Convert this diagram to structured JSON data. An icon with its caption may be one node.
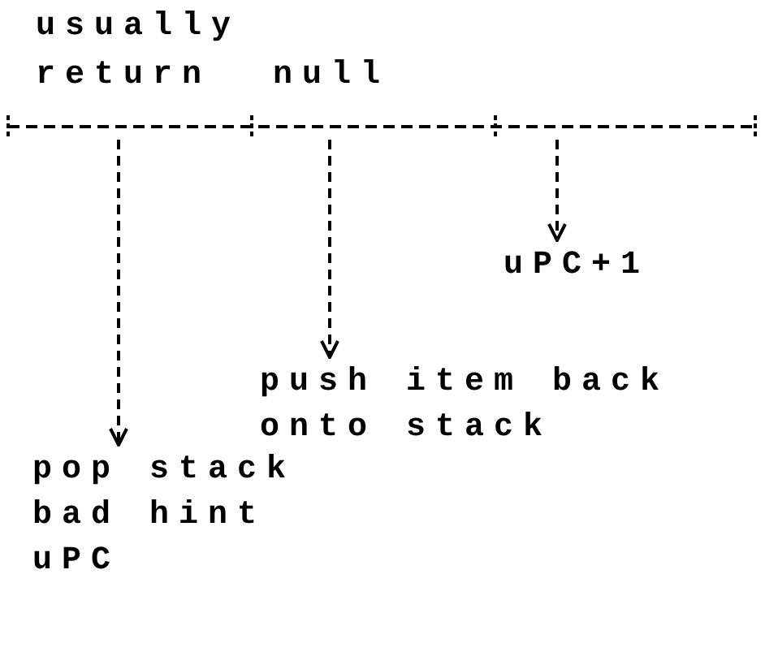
{
  "diagram": {
    "nodes": [
      {
        "text": [],
        "shape": "bar"
      },
      {
        "text": [
          "pop stack",
          "bad hint",
          "uPC"
        ]
      },
      {
        "text": [
          "push item back onto stack"
        ]
      },
      {
        "text": [
          "uPC+1"
        ]
      }
    ],
    "edges": [
      {
        "from": 0,
        "to": 1,
        "arrow": "to",
        "style": "dashed"
      },
      {
        "from": 0,
        "to": 2,
        "arrow": "to",
        "style": "dashed"
      },
      {
        "from": 0,
        "to": 3,
        "arrow": "to",
        "style": "dashed"
      }
    ],
    "labels": [
      "usually return",
      "null"
    ]
  }
}
